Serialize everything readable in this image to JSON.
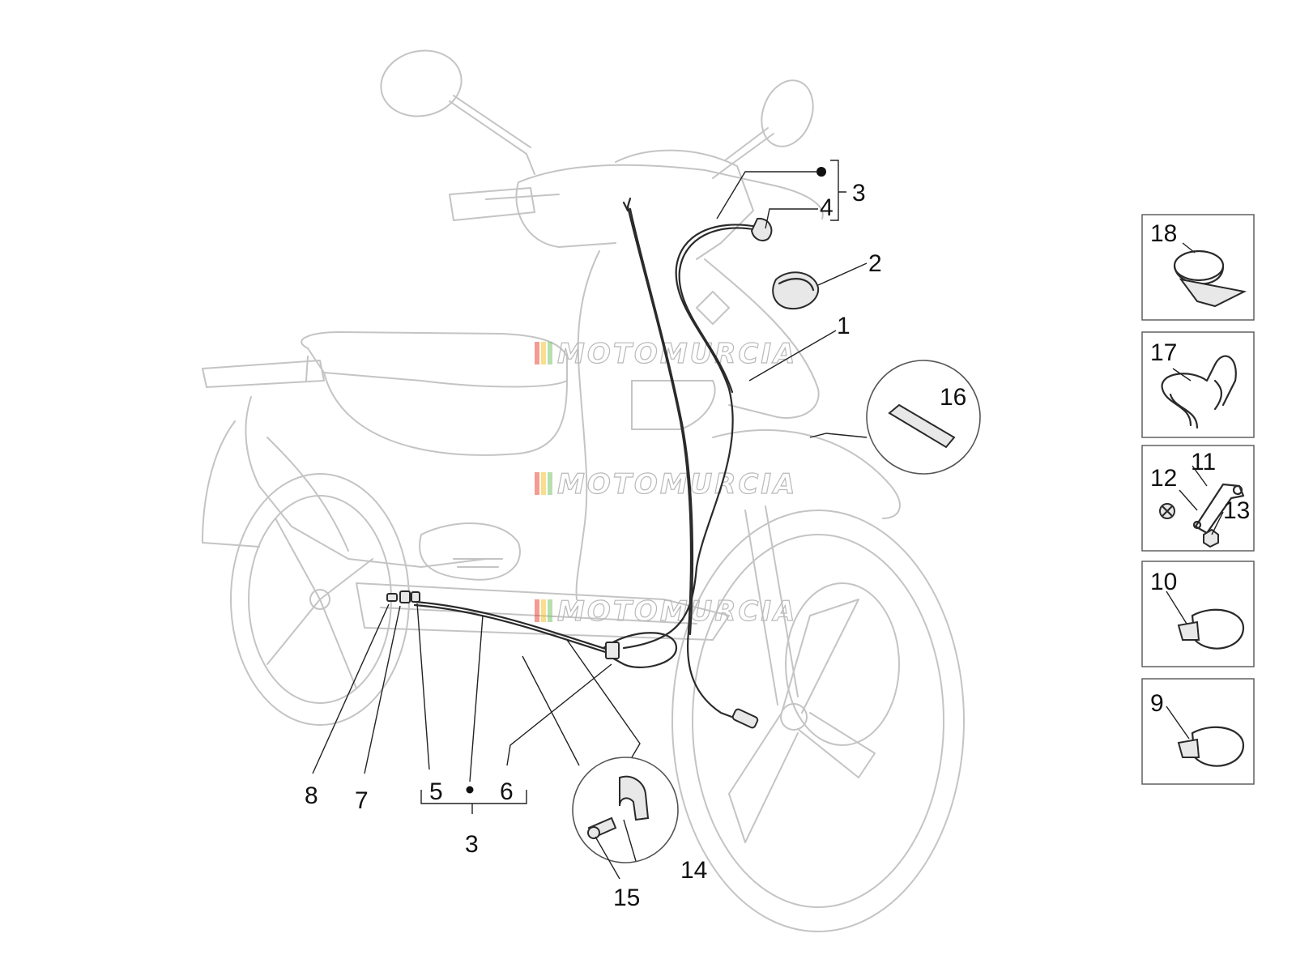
{
  "watermark": "MOTOMURCIA",
  "callouts": {
    "c1": "1",
    "c2": "2",
    "c3_top": "3",
    "c4": "4",
    "c5": "5",
    "c6": "6",
    "c7": "7",
    "c8": "8",
    "c3_bottom": "3",
    "c9": "9",
    "c10": "10",
    "c11": "11",
    "c12": "12",
    "c13": "13",
    "c14": "14",
    "c15": "15",
    "c16": "16",
    "c17": "17",
    "c18": "18"
  },
  "colors": {
    "ghost_outline": "#c4c4c4",
    "part_line": "#2a2a2a",
    "watermark_bars": [
      "#e94b3c",
      "#f2c230",
      "#7cc46b"
    ]
  }
}
